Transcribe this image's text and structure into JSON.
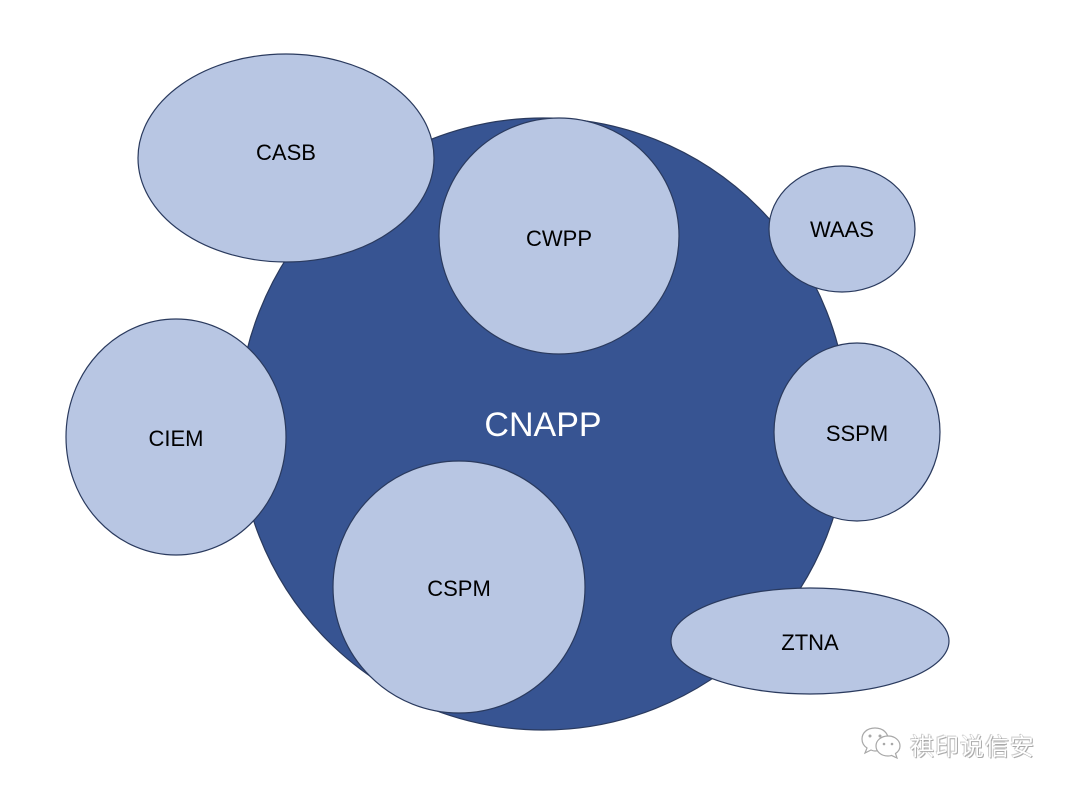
{
  "diagram": {
    "title": "CNAPP",
    "colors": {
      "main_fill": "#375492",
      "node_fill": "#b8c6e3",
      "stroke": "#2a3a5e",
      "main_text": "#ffffff",
      "node_text": "#000000"
    },
    "main_node": {
      "id": "cnapp",
      "label": "CNAPP"
    },
    "nodes": [
      {
        "id": "casb",
        "label": "CASB",
        "relation": "partially-overlapping"
      },
      {
        "id": "cwpp",
        "label": "CWPP",
        "relation": "inside"
      },
      {
        "id": "waas",
        "label": "WAAS",
        "relation": "touching"
      },
      {
        "id": "ciem",
        "label": "CIEM",
        "relation": "partially-overlapping"
      },
      {
        "id": "sspm",
        "label": "SSPM",
        "relation": "partially-overlapping"
      },
      {
        "id": "cspm",
        "label": "CSPM",
        "relation": "inside"
      },
      {
        "id": "ztna",
        "label": "ZTNA",
        "relation": "partially-overlapping"
      }
    ]
  },
  "watermark": {
    "icon": "wechat-icon",
    "text": "祺印说信安"
  }
}
